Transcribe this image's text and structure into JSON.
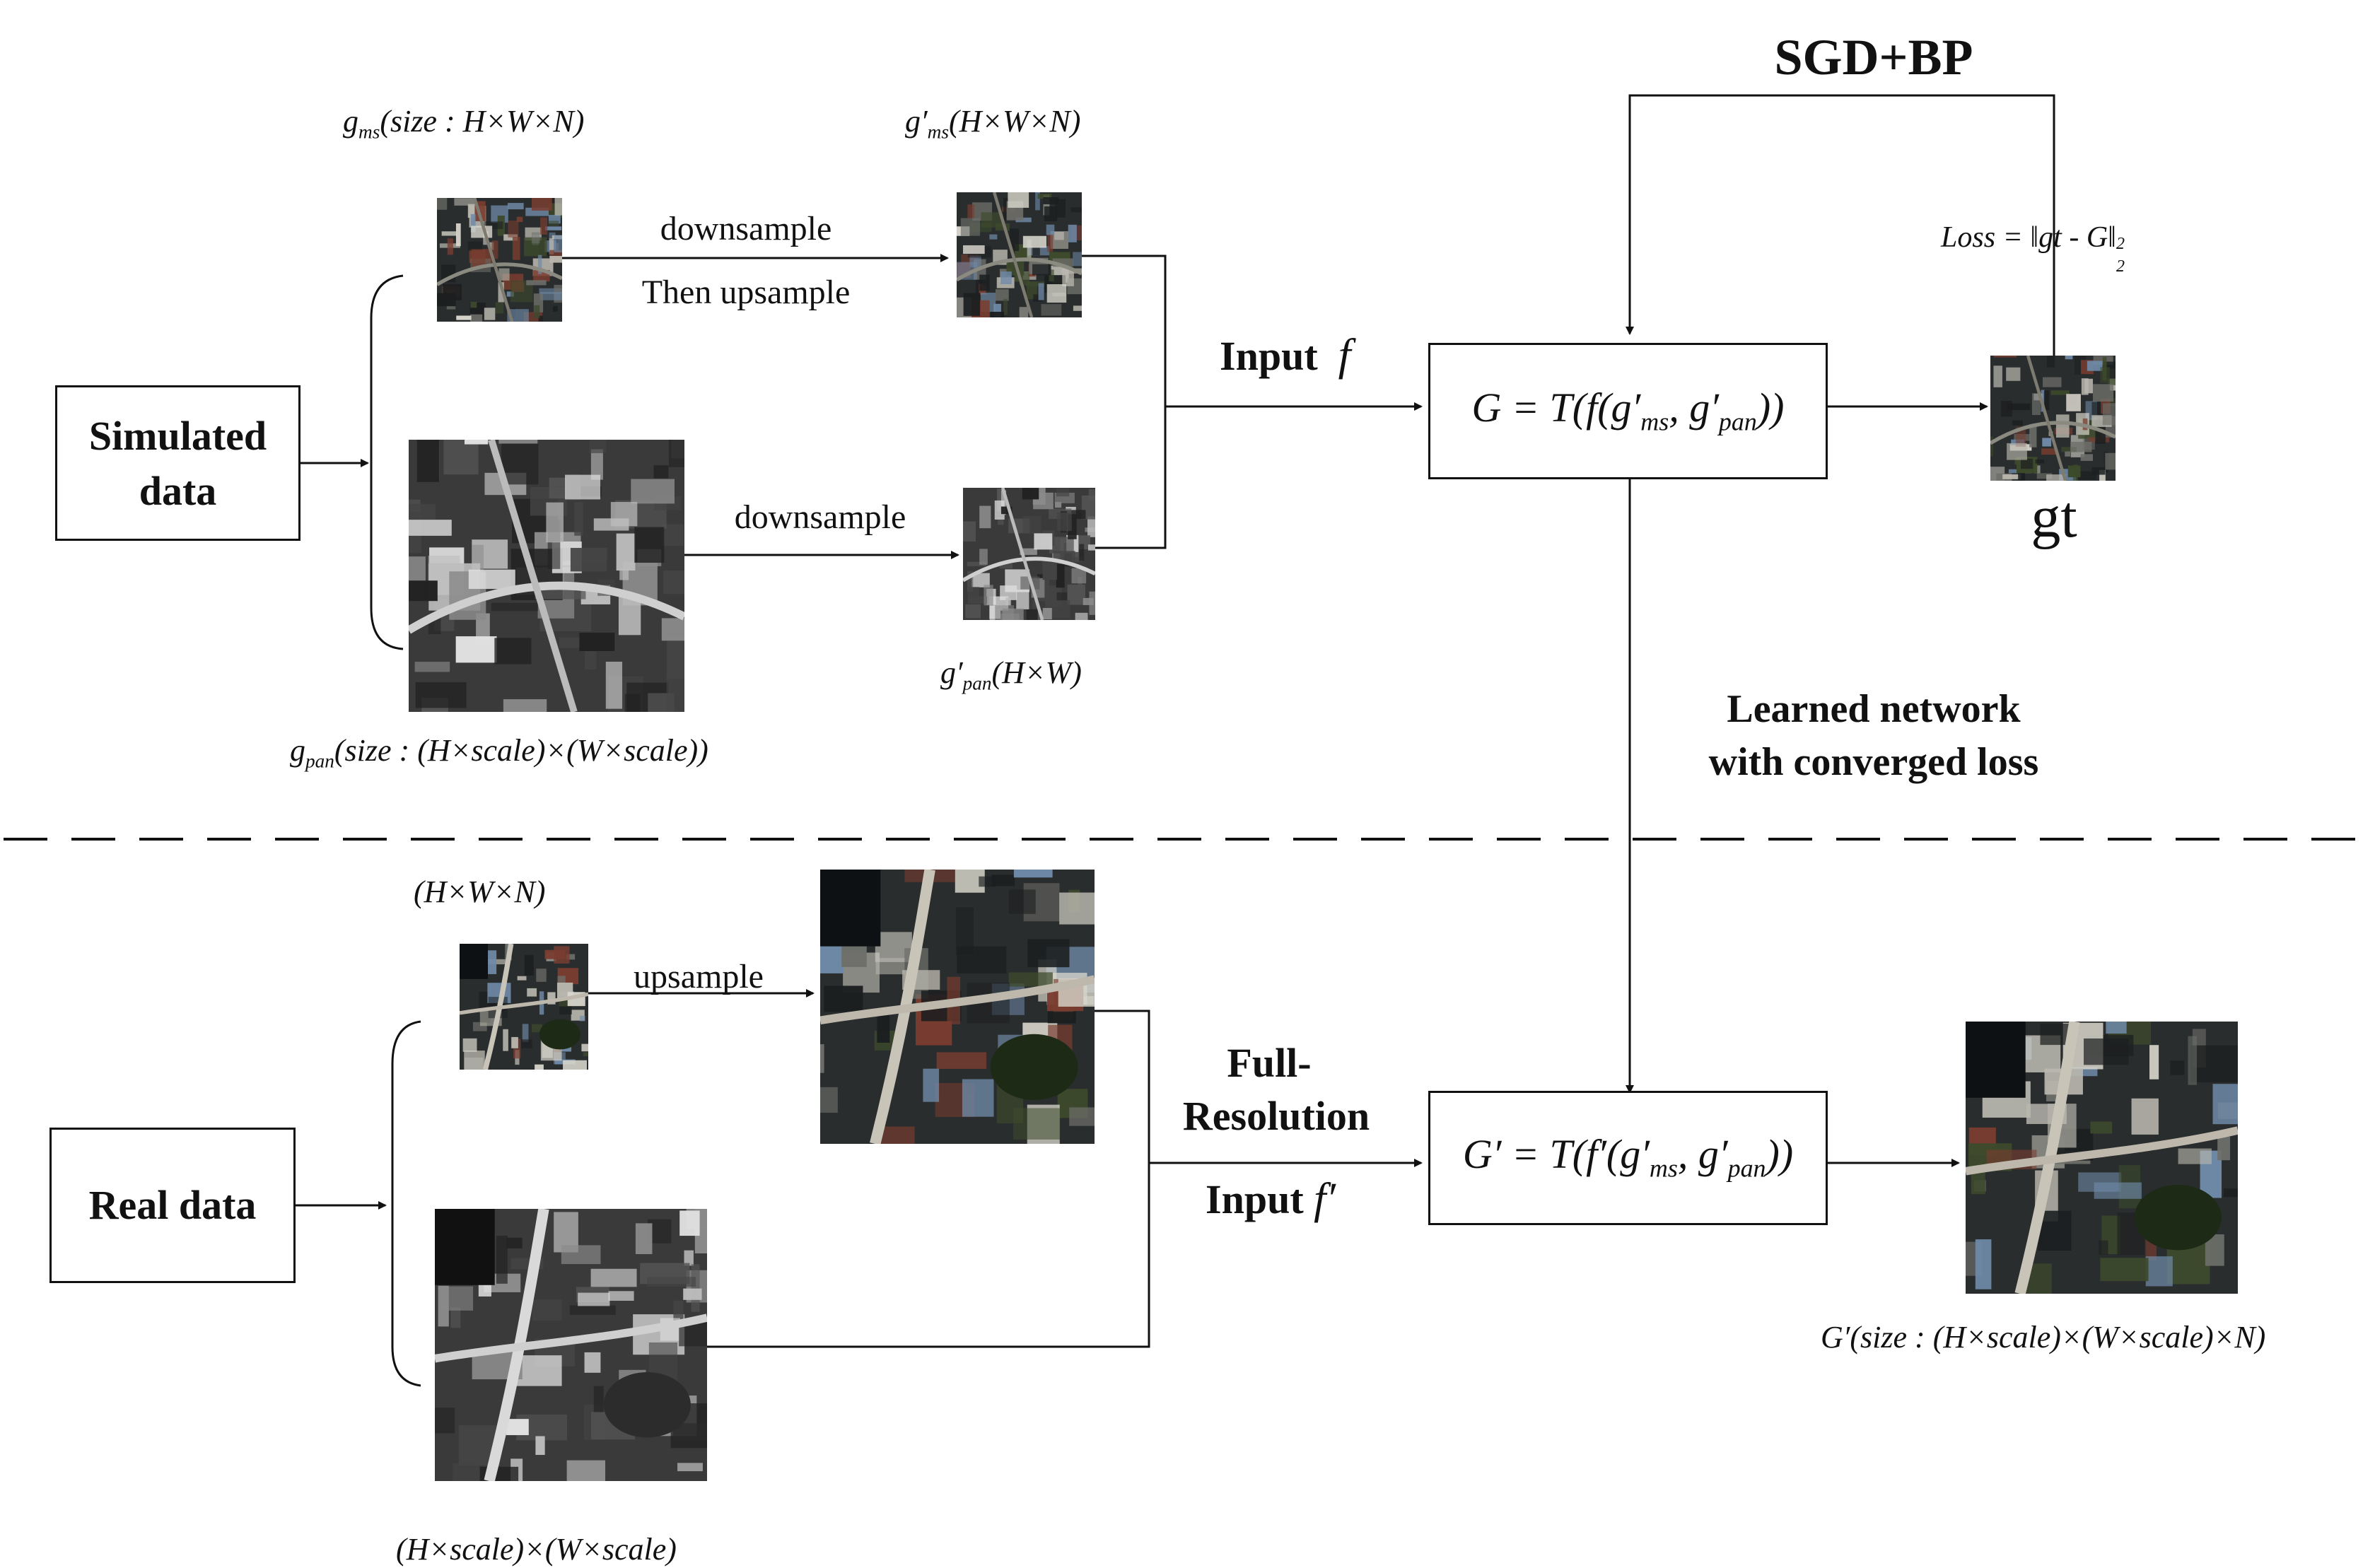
{
  "top": {
    "sgd_bp": "SGD+BP",
    "g_ms_label": {
      "base": "g",
      "sub": "ms",
      "rest": "(size : H×W×N)"
    },
    "g_ms_prime_label": {
      "base": "g′",
      "sub": "ms",
      "rest": "(H×W×N)"
    },
    "g_pan_prime_label": {
      "base": "g′",
      "sub": "pan",
      "rest": "(H×W)"
    },
    "g_pan_label": {
      "base": "g",
      "sub": "pan",
      "rest": "(size : (H×scale)×(W×scale))"
    },
    "downsample_then_upsample_1": "downsample",
    "downsample_then_upsample_2": "Then upsample",
    "downsample_pan": "downsample",
    "input_label": "Input",
    "input_symbol": "f",
    "simulated_box": [
      "Simulated",
      "data"
    ],
    "model_box": {
      "lhs": "G = T(f(g′",
      "sub1": "ms",
      "mid": ", g′",
      "sub2": "pan",
      "rhs": "))"
    },
    "loss_label": "Loss = ‖gt - G‖",
    "loss_sub": "2",
    "loss_sup": "2",
    "gt_label": "gt",
    "learned_network": [
      "Learned network",
      "with converged loss"
    ]
  },
  "bottom": {
    "hwn_label": "(H×W×N)",
    "upsample_label": "upsample",
    "real_box": "Real data",
    "full_res": [
      "Full-",
      "Resolution"
    ],
    "input_label": "Input",
    "input_symbol": "f′",
    "model_box": {
      "lhs": "G′ = T(f′(g′",
      "sub1": "ms",
      "mid": ", g′",
      "sub2": "pan",
      "rhs": "))"
    },
    "pan_size_label": "(H×scale)×(W×scale)",
    "output_label": "G′(size : (H×scale)×(W×scale)×N)"
  },
  "colors": {
    "line": "#111111",
    "tile_dark": "#2a2d2e",
    "tile_mid": "#6e6f6a",
    "tile_light": "#b9b7ae",
    "tile_green": "#3d4a2c",
    "tile_red": "#7a3d30",
    "tile_blue": "#6f8aa8"
  },
  "icons": [
    "arrow-head-right-icon",
    "arrow-head-down-icon"
  ]
}
